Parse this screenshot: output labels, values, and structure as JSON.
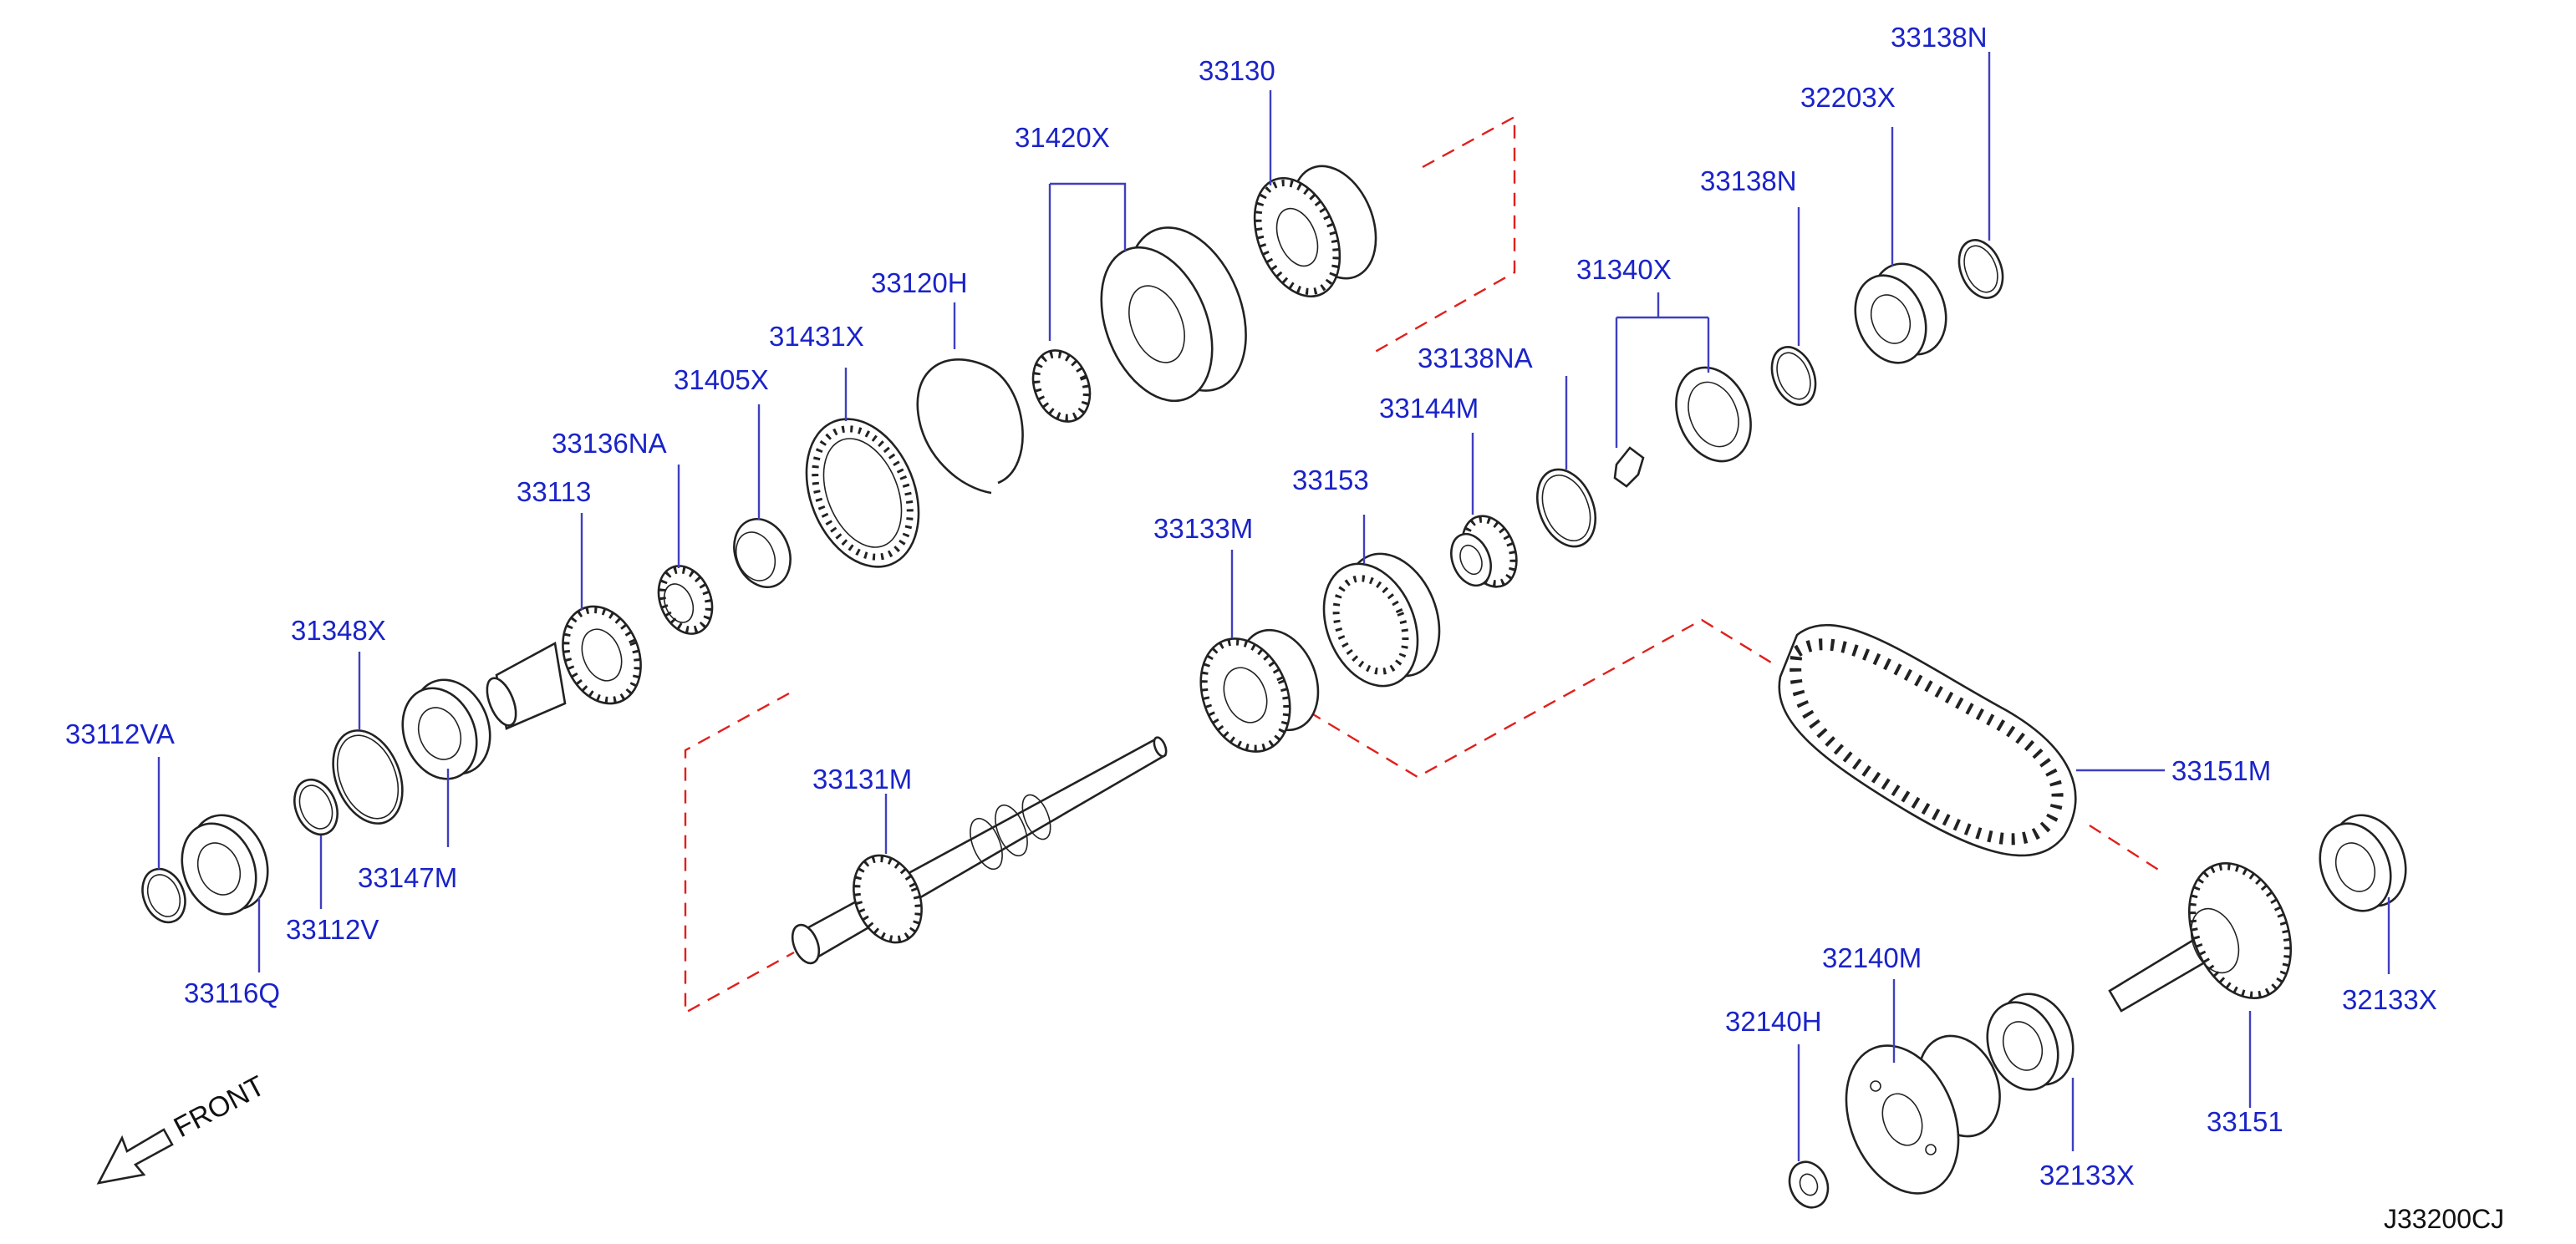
{
  "diagram": {
    "drawing_code": "J33200CJ",
    "front_label": "FRONT",
    "callouts": [
      {
        "id": "c33130",
        "text": "33130"
      },
      {
        "id": "c31420x",
        "text": "31420X"
      },
      {
        "id": "c33138n_a",
        "text": "33138N"
      },
      {
        "id": "c32203x",
        "text": "32203X"
      },
      {
        "id": "c33138n_b",
        "text": "33138N"
      },
      {
        "id": "c31340x",
        "text": "31340X"
      },
      {
        "id": "c33120h",
        "text": "33120H"
      },
      {
        "id": "c31431x",
        "text": "31431X"
      },
      {
        "id": "c33138na",
        "text": "33138NA"
      },
      {
        "id": "c31405x",
        "text": "31405X"
      },
      {
        "id": "c33144m",
        "text": "33144M"
      },
      {
        "id": "c33136na",
        "text": "33136NA"
      },
      {
        "id": "c33153",
        "text": "33153"
      },
      {
        "id": "c33113",
        "text": "33113"
      },
      {
        "id": "c33133m",
        "text": "33133M"
      },
      {
        "id": "c31348x",
        "text": "31348X"
      },
      {
        "id": "c33112va",
        "text": "33112VA"
      },
      {
        "id": "c33151m",
        "text": "33151M"
      },
      {
        "id": "c33131m",
        "text": "33131M"
      },
      {
        "id": "c33147m",
        "text": "33147M"
      },
      {
        "id": "c33112v",
        "text": "33112V"
      },
      {
        "id": "c33116q",
        "text": "33116Q"
      },
      {
        "id": "c32140m",
        "text": "32140M"
      },
      {
        "id": "c32133x_a",
        "text": "32133X"
      },
      {
        "id": "c32140h",
        "text": "32140H"
      },
      {
        "id": "c33151",
        "text": "33151"
      },
      {
        "id": "c32133x_b",
        "text": "32133X"
      }
    ]
  }
}
